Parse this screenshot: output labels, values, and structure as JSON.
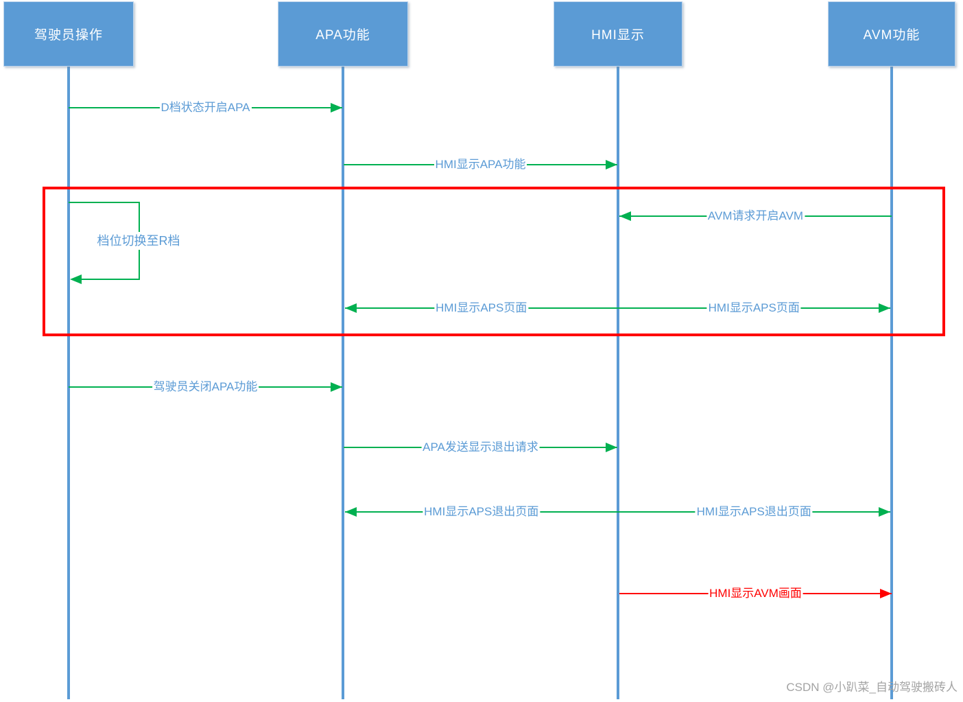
{
  "diagram": {
    "type": "sequence-diagram",
    "actors": [
      {
        "label": "驾驶员操作"
      },
      {
        "label": "APA功能"
      },
      {
        "label": "HMI显示"
      },
      {
        "label": "AVM功能"
      }
    ],
    "messages": [
      {
        "label": "D档状态开启APA",
        "from": "驾驶员操作",
        "to": "APA功能",
        "color": "#00b050"
      },
      {
        "label": "HMI显示APA功能",
        "from": "APA功能",
        "to": "HMI显示",
        "color": "#00b050"
      },
      {
        "label": "AVM请求开启AVM",
        "from": "AVM功能",
        "to": "HMI显示",
        "color": "#00b050"
      },
      {
        "label": "档位切换至R档",
        "from": "驾驶员操作",
        "to": "驾驶员操作",
        "type": "self-loop",
        "color": "#00b050"
      },
      {
        "label": "HMI显示APS页面",
        "from": "HMI显示",
        "to": "APA功能",
        "color": "#00b050"
      },
      {
        "label": "HMI显示APS页面",
        "from": "HMI显示",
        "to": "AVM功能",
        "color": "#00b050"
      },
      {
        "label": "驾驶员关闭APA功能",
        "from": "驾驶员操作",
        "to": "APA功能",
        "color": "#00b050"
      },
      {
        "label": "APA发送显示退出请求",
        "from": "APA功能",
        "to": "HMI显示",
        "color": "#00b050"
      },
      {
        "label": "HMI显示APS退出页面",
        "from": "HMI显示",
        "to": "APA功能",
        "color": "#00b050"
      },
      {
        "label": "HMI显示APS退出页面",
        "from": "HMI显示",
        "to": "AVM功能",
        "color": "#00b050"
      },
      {
        "label": "HMI显示AVM画面",
        "from": "HMI显示",
        "to": "AVM功能",
        "color": "#ff0000"
      }
    ],
    "highlight_box": {
      "color": "#ff0000",
      "contains": "AVM请求开启AVM / 档位切换至R档 / HMI显示APS页面"
    },
    "colors": {
      "actor_fill": "#5b9bd5",
      "lifeline": "#5b9bd5",
      "message_green": "#00b050",
      "message_red": "#ff0000",
      "label_text": "#5b9bd5"
    },
    "watermark": "CSDN @小趴菜_自动驾驶搬砖人"
  }
}
